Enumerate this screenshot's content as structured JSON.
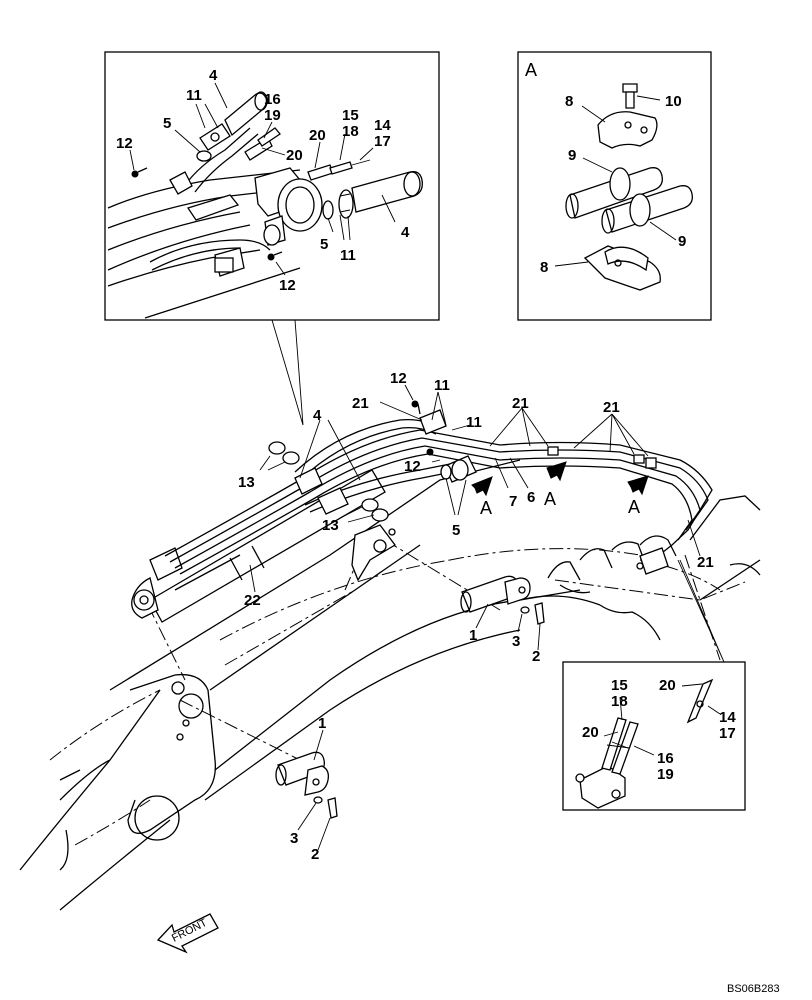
{
  "diagram": {
    "code": "BS06B283",
    "front_label": "FRONT",
    "view_label": "A",
    "arrow_label": "A",
    "parts": {
      "p1": "1",
      "p2": "2",
      "p3": "3",
      "p4": "4",
      "p5": "5",
      "p6": "6",
      "p7": "7",
      "p8": "8",
      "p9": "9",
      "p10": "10",
      "p11": "11",
      "p12": "12",
      "p13": "13",
      "p14": "14",
      "p15": "15",
      "p16": "16",
      "p17": "17",
      "p18": "18",
      "p19": "19",
      "p20": "20",
      "p21": "21",
      "p22": "22"
    }
  }
}
